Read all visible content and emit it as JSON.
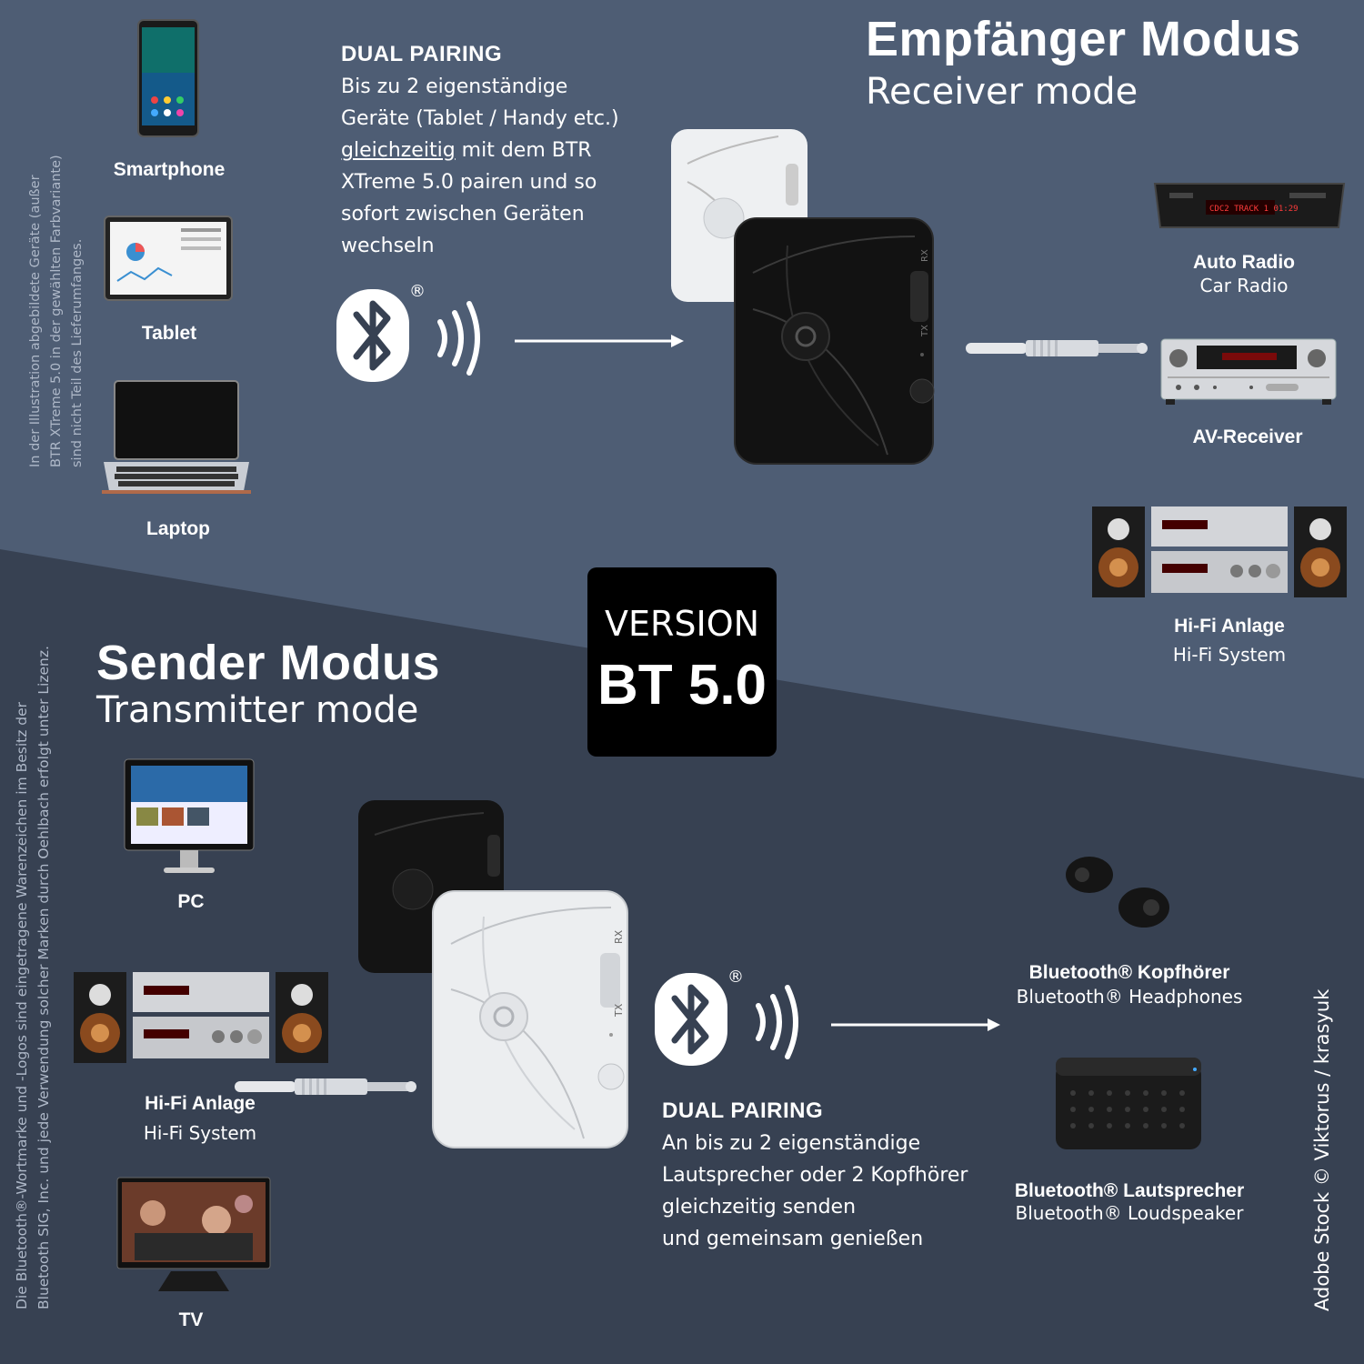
{
  "colors": {
    "top_bg": "#4e5d74",
    "bottom_bg": "#374152",
    "black": "#000000",
    "white": "#ffffff",
    "muted_text": "#aeb8c8"
  },
  "receiver": {
    "title": "Empfänger Modus",
    "subtitle": "Receiver mode",
    "pairing_heading": "DUAL PAIRING",
    "pairing_lines": [
      "Bis zu 2 eigenständige",
      "Geräte (Tablet / Handy etc.)",
      "gleichzeitig",
      " mit dem BTR",
      "XTreme 5.0 pairen und so",
      "sofort zwischen Geräten",
      "wechseln"
    ],
    "sources": [
      {
        "label": "Smartphone",
        "icon": "smartphone-icon"
      },
      {
        "label": "Tablet",
        "icon": "tablet-icon"
      },
      {
        "label": "Laptop",
        "icon": "laptop-icon"
      }
    ],
    "outputs": {
      "car_radio": {
        "label_de": "Auto Radio",
        "label_en": "Car Radio",
        "screen_text": "CDC2  TRACK 1  01:29"
      },
      "av_receiver": {
        "label": "AV-Receiver"
      },
      "hifi": {
        "label_de": "Hi-Fi Anlage",
        "label_en": "Hi-Fi System"
      }
    },
    "device_labels": {
      "rx": "RX",
      "tx": "TX"
    }
  },
  "version": {
    "line1": "VERSION",
    "line2": "BT 5.0"
  },
  "bluetooth": {
    "registered": "®"
  },
  "transmitter": {
    "title": "Sender Modus",
    "subtitle": "Transmitter mode",
    "pairing_heading": "DUAL PAIRING",
    "pairing_lines": [
      "An bis zu 2 eigenständige",
      "Lautsprecher oder 2 Kopfhörer",
      "gleichzeitig senden",
      "und gemeinsam genießen"
    ],
    "sources": {
      "pc": {
        "label": "PC"
      },
      "hifi": {
        "label_de": "Hi-Fi Anlage",
        "label_en": "Hi-Fi System"
      },
      "tv": {
        "label": "TV"
      }
    },
    "outputs": {
      "headphones": {
        "label_de": "Bluetooth® Kopfhörer",
        "label_en": "Bluetooth® Headphones"
      },
      "speaker": {
        "label_de": "Bluetooth® Lautsprecher",
        "label_en": "Bluetooth® Loudspeaker"
      }
    }
  },
  "disclaimers": {
    "top_left": [
      "In der Illustration abgebildete Geräte (außer",
      "BTR XTreme 5.0 in der gewählten Farbvariante)",
      "sind nicht Teil des Lieferumfanges."
    ],
    "bottom_left": [
      "Die Bluetooth®-Wortmarke und -Logos sind eingetragene Warenzeichen im Besitz der",
      "Bluetooth SIG, Inc. und jede Verwendung solcher Marken durch Oehlbach erfolgt unter Lizenz."
    ],
    "credit": "Adobe Stock © Viktorus / krasyuk"
  }
}
